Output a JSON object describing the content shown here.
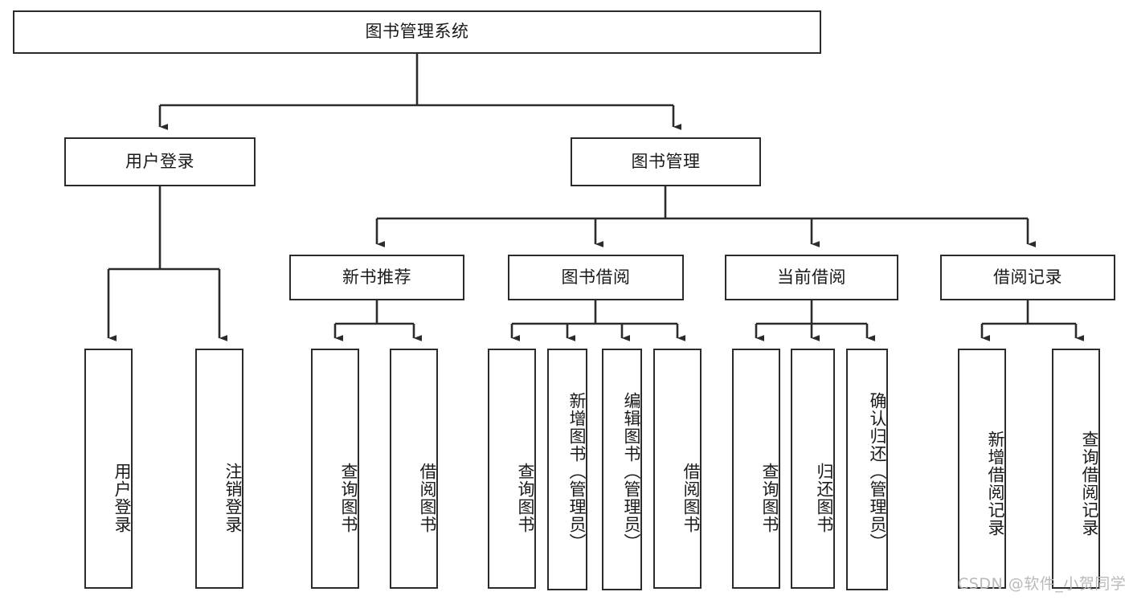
{
  "diagram": {
    "type": "tree",
    "title": "图书管理系统",
    "root": {
      "label": "图书管理系统"
    },
    "level1": [
      {
        "label": "用户登录"
      },
      {
        "label": "图书管理"
      }
    ],
    "level2": [
      {
        "label": "新书推荐"
      },
      {
        "label": "图书借阅"
      },
      {
        "label": "当前借阅"
      },
      {
        "label": "借阅记录"
      }
    ],
    "leaves": {
      "user_login": [
        {
          "label": "用户登录"
        },
        {
          "label": "注销登录"
        }
      ],
      "new_book_recommend": [
        {
          "label": "查询图书"
        },
        {
          "label": "借阅图书"
        }
      ],
      "book_borrow": [
        {
          "label": "查询图书"
        },
        {
          "label": "新增图书（管理员）"
        },
        {
          "label": "编辑图书（管理员）"
        },
        {
          "label": "借阅图书"
        }
      ],
      "current_borrow": [
        {
          "label": "查询图书"
        },
        {
          "label": "归还图书"
        },
        {
          "label": "确认归还（管理员）"
        }
      ],
      "borrow_record": [
        {
          "label": "新增借阅记录"
        },
        {
          "label": "查询借阅记录"
        }
      ]
    }
  },
  "watermark": {
    "text": "CSDN @软件_小贺同学"
  },
  "colors": {
    "line": "#2b2b2b",
    "box_fill": "#ffffff",
    "text": "#1a1a1a",
    "watermark": "#b9b9b9"
  }
}
